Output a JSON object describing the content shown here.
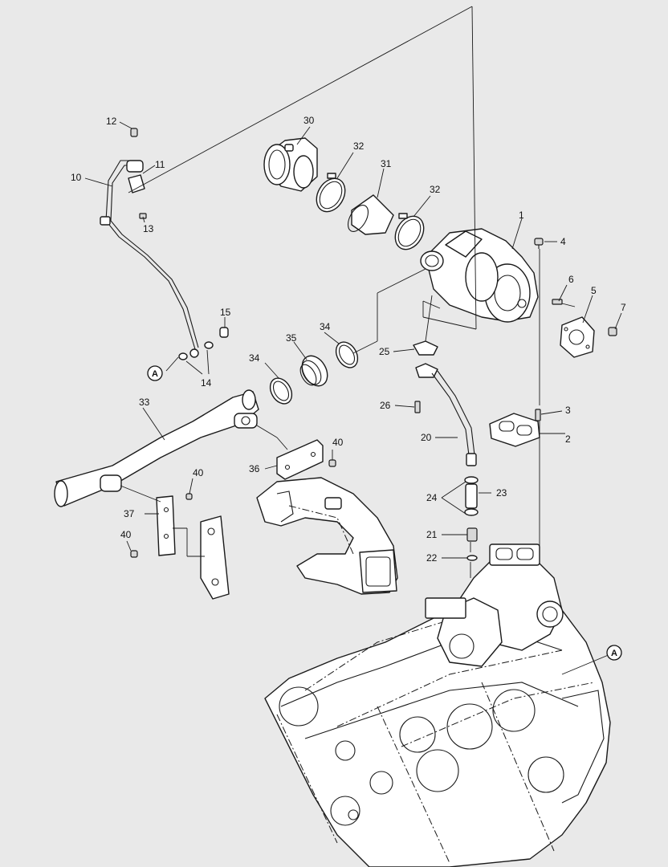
{
  "callouts": [
    {
      "id": "1",
      "text": "1"
    },
    {
      "id": "2",
      "text": "2"
    },
    {
      "id": "3",
      "text": "3"
    },
    {
      "id": "4",
      "text": "4"
    },
    {
      "id": "5",
      "text": "5"
    },
    {
      "id": "6",
      "text": "6"
    },
    {
      "id": "7",
      "text": "7"
    },
    {
      "id": "10",
      "text": "10"
    },
    {
      "id": "11",
      "text": "11"
    },
    {
      "id": "12",
      "text": "12"
    },
    {
      "id": "13",
      "text": "13"
    },
    {
      "id": "14",
      "text": "14"
    },
    {
      "id": "15",
      "text": "15"
    },
    {
      "id": "20",
      "text": "20"
    },
    {
      "id": "21",
      "text": "21"
    },
    {
      "id": "22",
      "text": "22"
    },
    {
      "id": "23",
      "text": "23"
    },
    {
      "id": "24",
      "text": "24"
    },
    {
      "id": "25",
      "text": "25"
    },
    {
      "id": "26",
      "text": "26"
    },
    {
      "id": "30",
      "text": "30"
    },
    {
      "id": "31",
      "text": "31"
    },
    {
      "id": "32a",
      "text": "32"
    },
    {
      "id": "32b",
      "text": "32"
    },
    {
      "id": "33",
      "text": "33"
    },
    {
      "id": "34a",
      "text": "34"
    },
    {
      "id": "34b",
      "text": "34"
    },
    {
      "id": "35",
      "text": "35"
    },
    {
      "id": "36",
      "text": "36"
    },
    {
      "id": "37",
      "text": "37"
    },
    {
      "id": "40a",
      "text": "40"
    },
    {
      "id": "40b",
      "text": "40"
    },
    {
      "id": "40c",
      "text": "40"
    }
  ],
  "reference_markers": [
    {
      "id": "A1",
      "text": "A"
    },
    {
      "id": "A2",
      "text": "A"
    }
  ]
}
